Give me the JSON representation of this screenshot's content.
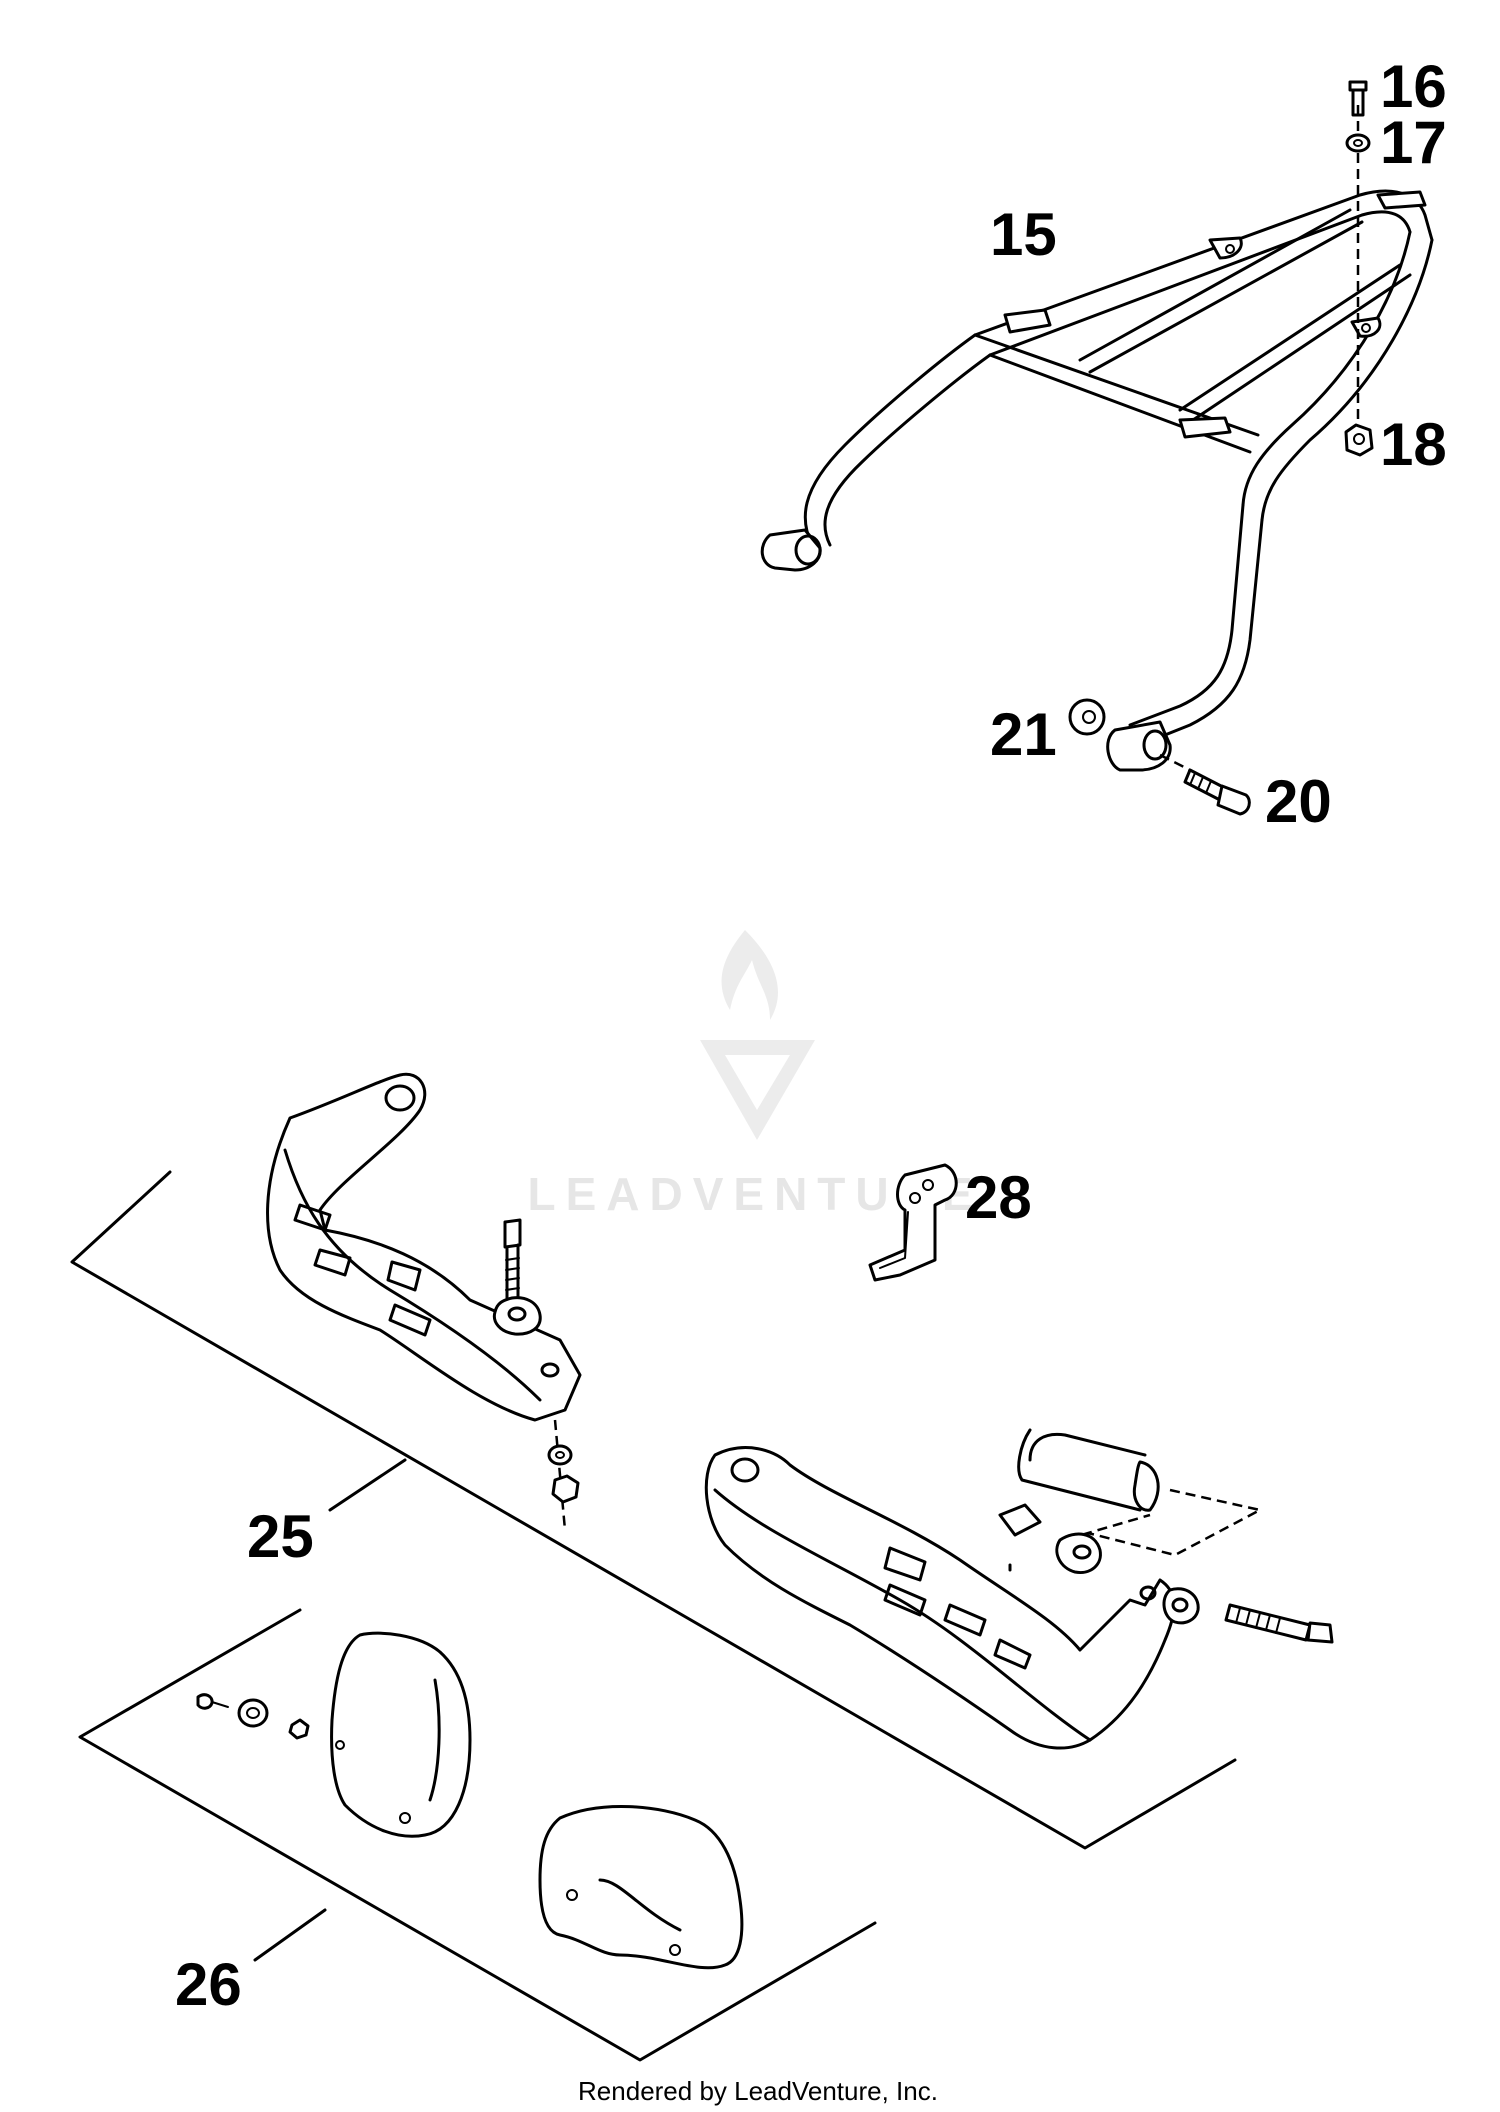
{
  "callouts": {
    "c15": "15",
    "c16": "16",
    "c17": "17",
    "c18": "18",
    "c20": "20",
    "c21": "21",
    "c25": "25",
    "c26": "26",
    "c28": "28"
  },
  "watermark": {
    "text": "LEADVENTURE"
  },
  "footer": {
    "text": "Rendered by LeadVenture, Inc."
  }
}
